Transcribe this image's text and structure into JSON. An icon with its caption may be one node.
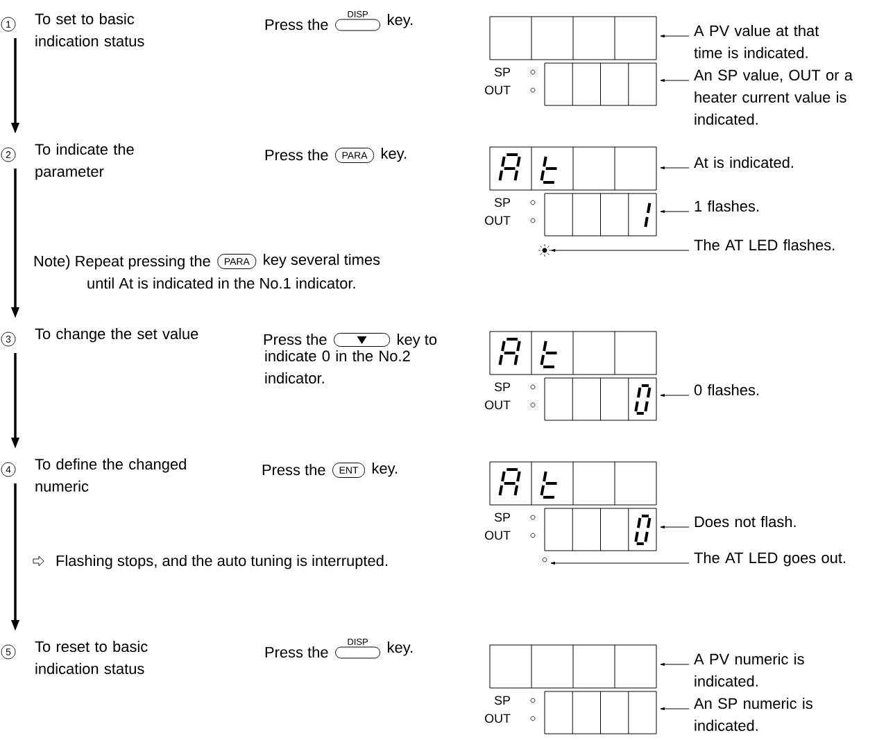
{
  "diagram": {
    "nodes": [
      {
        "text": [
          "1",
          "To set to basic indication status"
        ]
      },
      {
        "text": [
          "2",
          "To indicate the parameter"
        ]
      },
      {
        "text": [
          "3",
          "To change the set value"
        ]
      },
      {
        "text": [
          "4",
          "To define the changed numeric"
        ]
      },
      {
        "text": [
          "5",
          "To reset to basic indication status"
        ]
      },
      {
        "text": [],
        "shape": "box"
      },
      {
        "text": [],
        "shape": "box"
      },
      {
        "text": [
          "A PV value at that time is indicated."
        ]
      },
      {
        "text": [
          "An SP value, OUT or a heater current value is indicated."
        ]
      },
      {
        "text": [],
        "shape": "box"
      },
      {
        "text": [],
        "shape": "box"
      },
      {
        "text": [],
        "shape": "circle"
      },
      {
        "text": [
          "At is indicated."
        ]
      },
      {
        "text": [
          "1 flashes."
        ]
      },
      {
        "text": [
          "The AT LED flashes."
        ]
      },
      {
        "text": [],
        "shape": "box"
      },
      {
        "text": [],
        "shape": "box"
      },
      {
        "text": [
          "0 flashes."
        ]
      },
      {
        "text": [],
        "shape": "box"
      },
      {
        "text": [],
        "shape": "box"
      },
      {
        "text": [],
        "shape": "circle"
      },
      {
        "text": [
          "Does not flash."
        ]
      },
      {
        "text": [
          "The AT LED goes out."
        ]
      },
      {
        "text": [],
        "shape": "box"
      },
      {
        "text": [],
        "shape": "box"
      },
      {
        "text": [
          "A PV numeric is indicated."
        ]
      },
      {
        "text": [
          "An SP numeric is indicated."
        ]
      }
    ],
    "edges": [
      {
        "from": 0,
        "to": 1,
        "arrow": "to",
        "style": "thick"
      },
      {
        "from": 1,
        "to": 2,
        "arrow": "to",
        "style": "thick"
      },
      {
        "from": 2,
        "to": 3,
        "arrow": "to",
        "style": "thick"
      },
      {
        "from": 3,
        "to": 4,
        "arrow": "to",
        "style": "thick"
      },
      {
        "from": 7,
        "to": 5,
        "arrow": "to"
      },
      {
        "from": 8,
        "to": 6,
        "arrow": "to"
      },
      {
        "from": 12,
        "to": 9,
        "arrow": "to"
      },
      {
        "from": 13,
        "to": 10,
        "arrow": "to"
      },
      {
        "from": 14,
        "to": 11,
        "arrow": "to"
      },
      {
        "from": 17,
        "to": 16,
        "arrow": "to"
      },
      {
        "from": 21,
        "to": 19,
        "arrow": "to"
      },
      {
        "from": 22,
        "to": 20,
        "arrow": "to"
      },
      {
        "from": 25,
        "to": 23,
        "arrow": "to"
      },
      {
        "from": 26,
        "to": 24,
        "arrow": "to"
      }
    ],
    "labels": [
      "Press the",
      "DISP",
      "key.",
      "SP",
      "OUT",
      "Press the",
      "PARA",
      "key.",
      "SP",
      "OUT",
      "Note) Repeat pressing the",
      "PARA",
      "key several times",
      "until At is indicated in the No.1 indicator.",
      "Press the",
      "key to",
      "indicate 0 in the No.2 indicator.",
      "SP",
      "OUT",
      "Press the",
      "ENT",
      "key.",
      "SP",
      "OUT",
      "Flashing stops, and the auto tuning is interrupted.",
      "Press the",
      "DISP",
      "key.",
      "SP",
      "OUT"
    ]
  }
}
